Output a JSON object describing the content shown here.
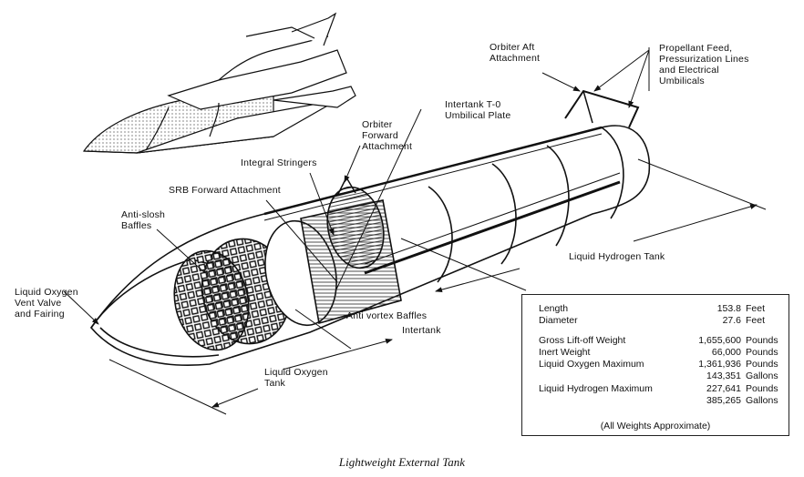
{
  "caption": "Lightweight External Tank",
  "labels": {
    "orbiter_aft_attachment": "Orbiter Aft\nAttachment",
    "propellant_feed": "Propellant Feed,\nPressurization Lines\nand Electrical\nUmbilicals",
    "intertank_t0": "Intertank T-0\nUmbilical Plate",
    "orbiter_forward_attachment": "Orbiter\nForward\nAttachment",
    "integral_stringers": "Integral Stringers",
    "srb_forward_attachment": "SRB Forward Attachment",
    "anti_slosh_baffles": "Anti-slosh\nBaffles",
    "lox_vent_valve": "Liquid Oxygen\nVent Valve\nand Fairing",
    "anti_vortex_baffles": "Anti vortex Baffles",
    "intertank": "Intertank",
    "liquid_oxygen_tank": "Liquid Oxygen\nTank",
    "liquid_hydrogen_tank": "Liquid Hydrogen Tank"
  },
  "specs": {
    "rows": [
      {
        "name": "Length",
        "value": "153.8",
        "unit": "Feet"
      },
      {
        "name": "Diameter",
        "value": "27.6",
        "unit": "Feet"
      },
      {
        "name": "Gross Lift-off Weight",
        "value": "1,655,600",
        "unit": "Pounds"
      },
      {
        "name": "Inert Weight",
        "value": "66,000",
        "unit": "Pounds"
      },
      {
        "name": "Liquid Oxygen Maximum",
        "value": "1,361,936",
        "unit": "Pounds"
      },
      {
        "name": "",
        "value": "143,351",
        "unit": "Gallons"
      },
      {
        "name": "Liquid Hydrogen Maximum",
        "value": "227,641",
        "unit": "Pounds"
      },
      {
        "name": "",
        "value": "385,265",
        "unit": "Gallons"
      }
    ],
    "note": "(All Weights Approximate)"
  }
}
